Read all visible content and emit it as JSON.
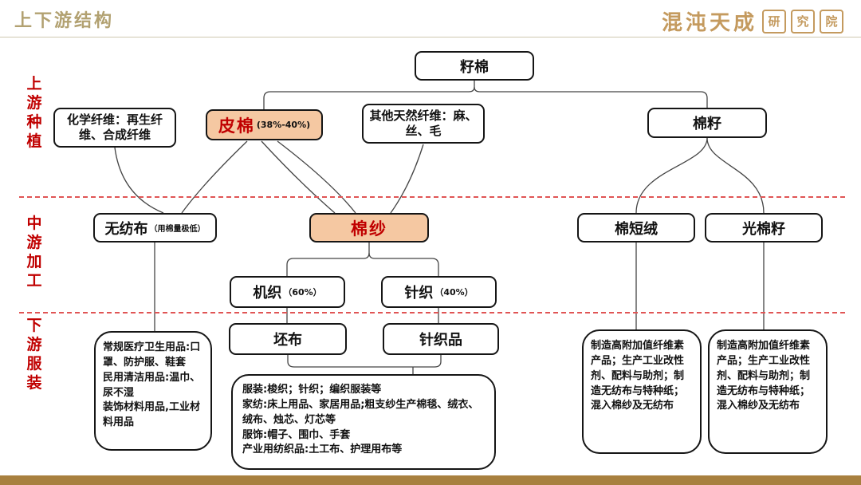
{
  "header": {
    "title": "上下游结构",
    "logo": {
      "main": "混沌天成",
      "sub_chars": [
        "研",
        "究",
        "院"
      ]
    }
  },
  "stages": [
    {
      "label": "上游种植"
    },
    {
      "label": "中游加工"
    },
    {
      "label": "下游服装"
    }
  ],
  "nodes": {
    "seed_cotton": {
      "label": "籽棉"
    },
    "chemical_fiber": {
      "label": "化学纤维：再生纤维、合成纤维"
    },
    "lint_cotton": {
      "label": "皮棉",
      "note": "(38%-40%)"
    },
    "other_natural_fiber": {
      "label": "其他天然纤维：麻、丝、毛"
    },
    "cotton_seed": {
      "label": "棉籽"
    },
    "nonwoven": {
      "label": "无纺布",
      "note": "（用棉量极低）"
    },
    "cotton_yarn": {
      "label": "棉纱"
    },
    "cotton_linter": {
      "label": "棉短绒"
    },
    "delinted_seed": {
      "label": "光棉籽"
    },
    "woven": {
      "label": "机织",
      "note": "（60%）"
    },
    "knitted": {
      "label": "针织",
      "note": "（40%）"
    },
    "grey_fabric": {
      "label": "坯布"
    },
    "knitted_goods": {
      "label": "针织品"
    },
    "nonwoven_products": {
      "label": "常规医疗卫生用品:口罩、防护服、鞋套\n民用清洁用品:温巾、尿不湿\n装饰材料用品,工业材料用品"
    },
    "fabric_products": {
      "label": "服装:梭织；针织；编织服装等\n家纺:床上用品、家居用品;粗支纱生产棉毯、绒衣、绒布、烛芯、灯芯等\n服饰:帽子、围巾、手套\n产业用纺织品:土工布、护理用布等"
    },
    "linter_products": {
      "label": "制造高附加值纤维素产品；生产工业改性剂、配料与助剂；制造无纺布与特种纸；混入棉纱及无纺布"
    },
    "seed_products": {
      "label": "制造高附加值纤维素产品；生产工业改性剂、配料与助剂；制造无纺布与特种纸；混入棉纱及无纺布"
    }
  },
  "colors": {
    "highlight_fill": "#F5C8A2",
    "highlight_text": "#C00000",
    "stage_label": "#C00000",
    "divider": "#E05555",
    "title_gold": "#B2A171",
    "logo_gold": "#C49A5E",
    "footer_bar": "#A8803F"
  }
}
